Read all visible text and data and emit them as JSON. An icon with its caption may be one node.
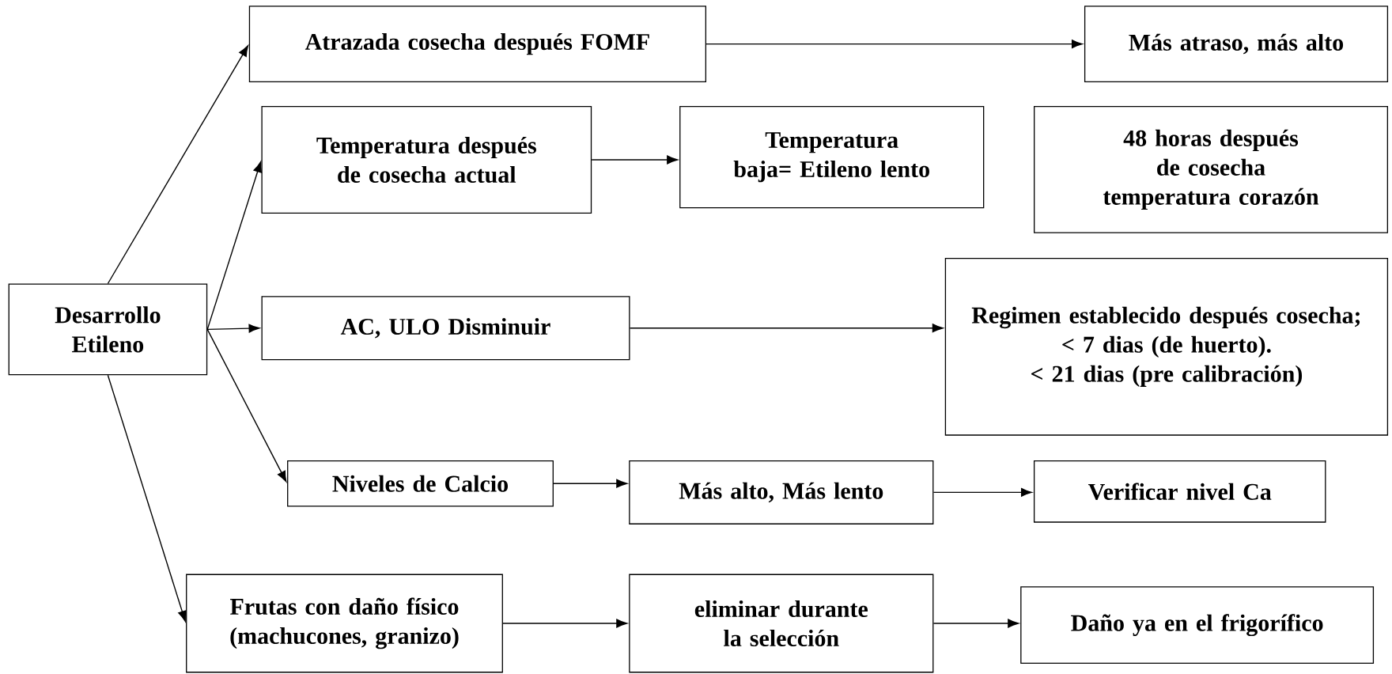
{
  "diagram": {
    "nodes": [
      {
        "text": [
          "Desarrollo Etileno"
        ]
      },
      {
        "text": [
          "Atrazada cosecha después FOMF"
        ]
      },
      {
        "text": [
          "Más atraso, más alto"
        ]
      },
      {
        "text": [
          "Temperatura después de cosecha actual"
        ]
      },
      {
        "text": [
          "Temperatura baja= Etileno lento"
        ]
      },
      {
        "text": [
          "48 horas después de cosecha temperatura corazón"
        ]
      },
      {
        "text": [
          "AC, ULO Disminuir"
        ]
      },
      {
        "text": [
          "Regimen establecido  después cosecha;",
          "< 7 dias (de huerto).",
          "< 21 dias (pre calibración)"
        ]
      },
      {
        "text": [
          "Niveles de Calcio"
        ]
      },
      {
        "text": [
          "Más alto, Más lento"
        ]
      },
      {
        "text": [
          "Verificar nivel Ca"
        ]
      },
      {
        "text": [
          "Frutas con daño físico (machucones, granizo)"
        ]
      },
      {
        "text": [
          "eliminar durante la selección"
        ]
      },
      {
        "text": [
          "Daño ya en el frigorífico"
        ]
      }
    ],
    "edges": [
      {
        "from": 0,
        "to": 1,
        "arrow": "to"
      },
      {
        "from": 0,
        "to": 3,
        "arrow": "to"
      },
      {
        "from": 0,
        "to": 6,
        "arrow": "to"
      },
      {
        "from": 0,
        "to": 8,
        "arrow": "to"
      },
      {
        "from": 0,
        "to": 11,
        "arrow": "to"
      },
      {
        "from": 1,
        "to": 2,
        "arrow": "to"
      },
      {
        "from": 3,
        "to": 4,
        "arrow": "to"
      },
      {
        "from": 6,
        "to": 7,
        "arrow": "to"
      },
      {
        "from": 8,
        "to": 9,
        "arrow": "to"
      },
      {
        "from": 9,
        "to": 10,
        "arrow": "to"
      },
      {
        "from": 11,
        "to": 12,
        "arrow": "to"
      },
      {
        "from": 12,
        "to": 13,
        "arrow": "to"
      }
    ]
  }
}
